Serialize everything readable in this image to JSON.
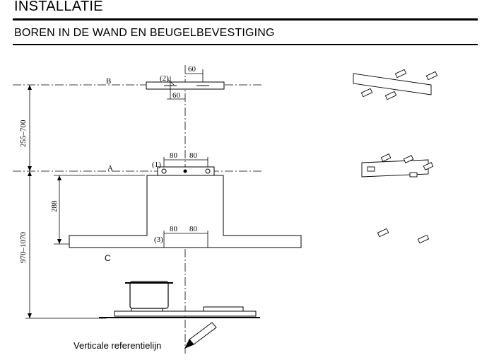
{
  "header": {
    "title": "INSTALLATIE",
    "subtitle": "BOREN IN DE WAND EN BEUGELBEVESTIGING"
  },
  "diagram": {
    "label_b": "B",
    "label_a": "A",
    "label_c": "C",
    "callout_1": "(1)",
    "callout_2": "(2)",
    "callout_3": "(3)",
    "dim_60_top": "60",
    "dim_60_bottom": "60",
    "dim_80_a_left": "80",
    "dim_80_a_right": "80",
    "dim_80_c_left": "80",
    "dim_80_c_right": "80",
    "dim_255_700": "255–700",
    "dim_288": "288",
    "dim_970_1070": "970–1070"
  },
  "caption": "Verticale referentielijn"
}
